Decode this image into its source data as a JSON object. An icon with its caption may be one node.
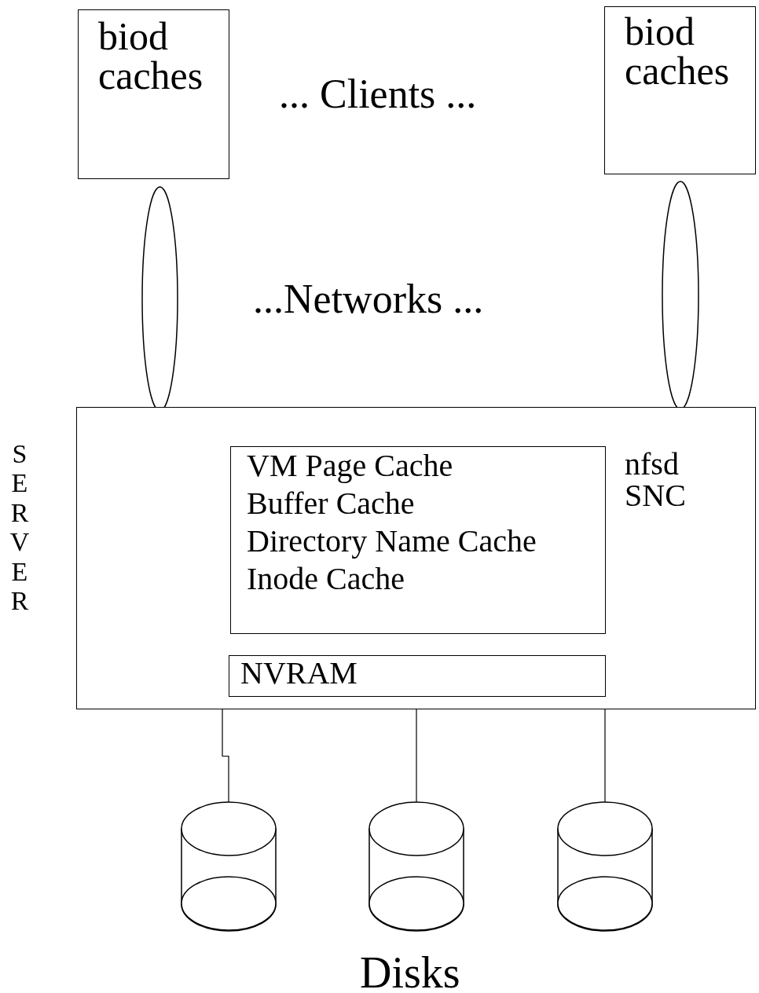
{
  "diagram": {
    "nodes": [
      {
        "text": [
          "biod caches"
        ]
      },
      {
        "text": [
          "biod caches"
        ]
      },
      {
        "text": [],
        "shape": "ellipse"
      },
      {
        "text": [],
        "shape": "ellipse"
      },
      {
        "text": [
          "SERVER",
          "nfsd SNC"
        ]
      },
      {
        "text": [
          "VM Page Cache",
          "Buffer Cache",
          "Directory Name Cache",
          "Inode Cache"
        ],
        "in": 4
      },
      {
        "text": [
          "NVRAM"
        ],
        "in": 4
      },
      {
        "text": [],
        "shape": "cylinder"
      },
      {
        "text": [],
        "shape": "cylinder"
      },
      {
        "text": [],
        "shape": "cylinder"
      }
    ],
    "edges": [
      {
        "from": 4,
        "to": 7,
        "arrow": "none"
      },
      {
        "from": 4,
        "to": 8,
        "arrow": "none"
      },
      {
        "from": 4,
        "to": 9,
        "arrow": "none"
      }
    ],
    "labels": [
      "... Clients ...",
      "...Networks ...",
      "Disks"
    ]
  }
}
